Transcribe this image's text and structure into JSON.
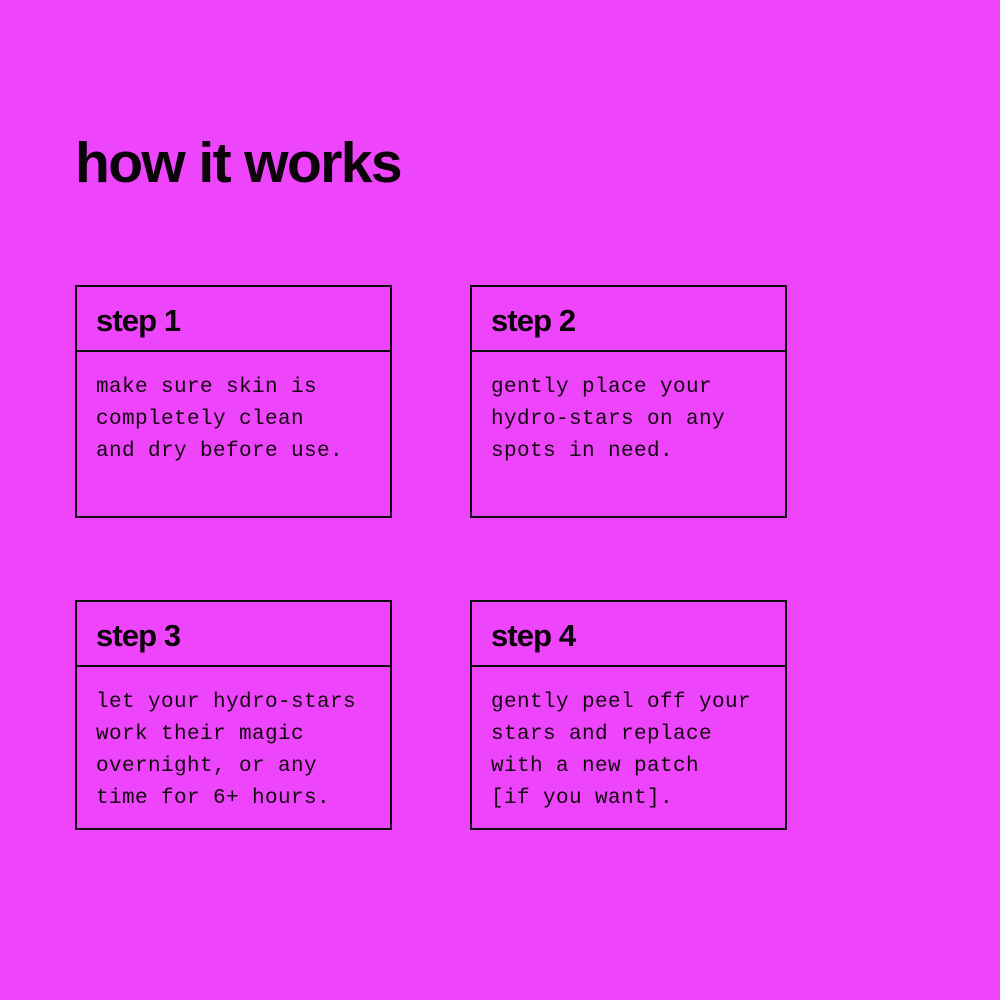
{
  "theme": {
    "background_color": "#ee44fb",
    "ink_color": "#0a0408",
    "border_color": "#120610"
  },
  "header": {
    "title": "how it works"
  },
  "cards": [
    {
      "title": "step 1",
      "lines": [
        "make sure skin is",
        "completely clean",
        "and dry before use."
      ]
    },
    {
      "title": "step 2",
      "lines": [
        "gently place your",
        "hydro-stars on any",
        "spots in need."
      ]
    },
    {
      "title": "step 3",
      "lines": [
        "let your hydro-stars",
        "work their magic",
        "overnight, or any",
        "time for 6+ hours."
      ]
    },
    {
      "title": "step 4",
      "lines": [
        "gently peel off your",
        "stars and replace",
        "with a new patch",
        "[if you want]."
      ]
    }
  ]
}
